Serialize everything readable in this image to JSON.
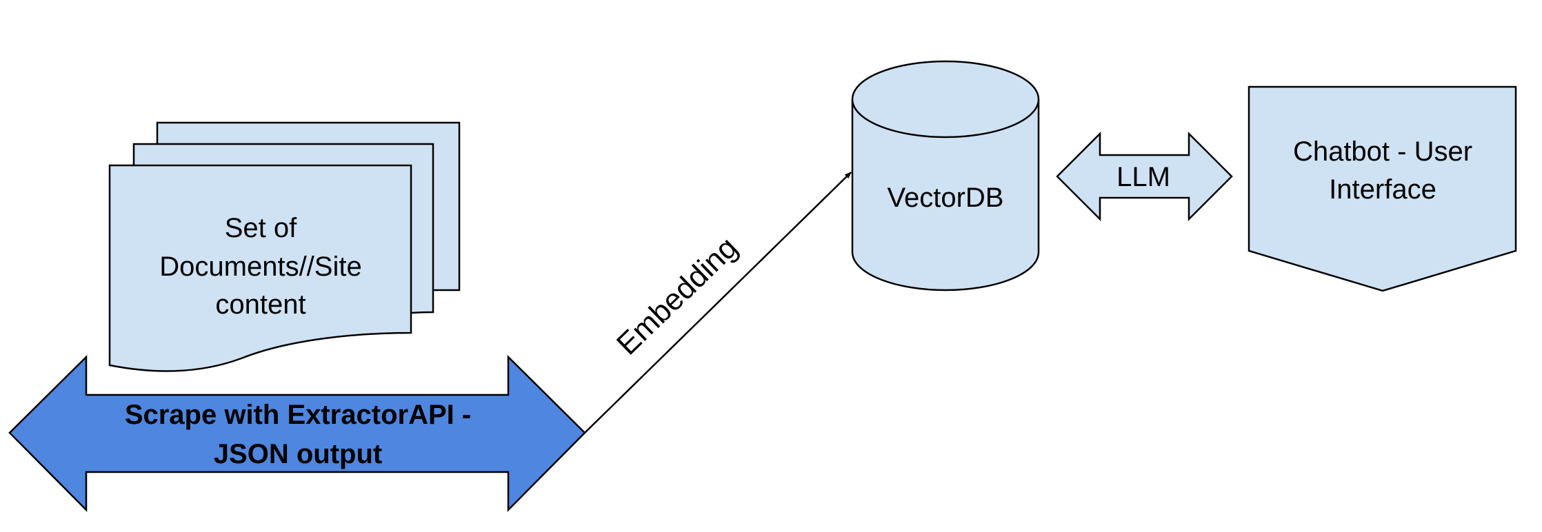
{
  "diagram": {
    "documents": {
      "line1": "Set of",
      "line2": "Documents//Site",
      "line3": "content"
    },
    "scrape_arrow": {
      "line1": "Scrape with ExtractorAPI -",
      "line2": "JSON output"
    },
    "embedding_label": "Embedding",
    "vectordb_label": "VectorDB",
    "llm_label": "LLM",
    "chatbot": {
      "line1": "Chatbot - User",
      "line2": "Interface"
    }
  },
  "colors": {
    "shape_fill": "#cfe2f3",
    "scrape_arrow_fill": "#4f86df",
    "stroke": "#000000"
  }
}
